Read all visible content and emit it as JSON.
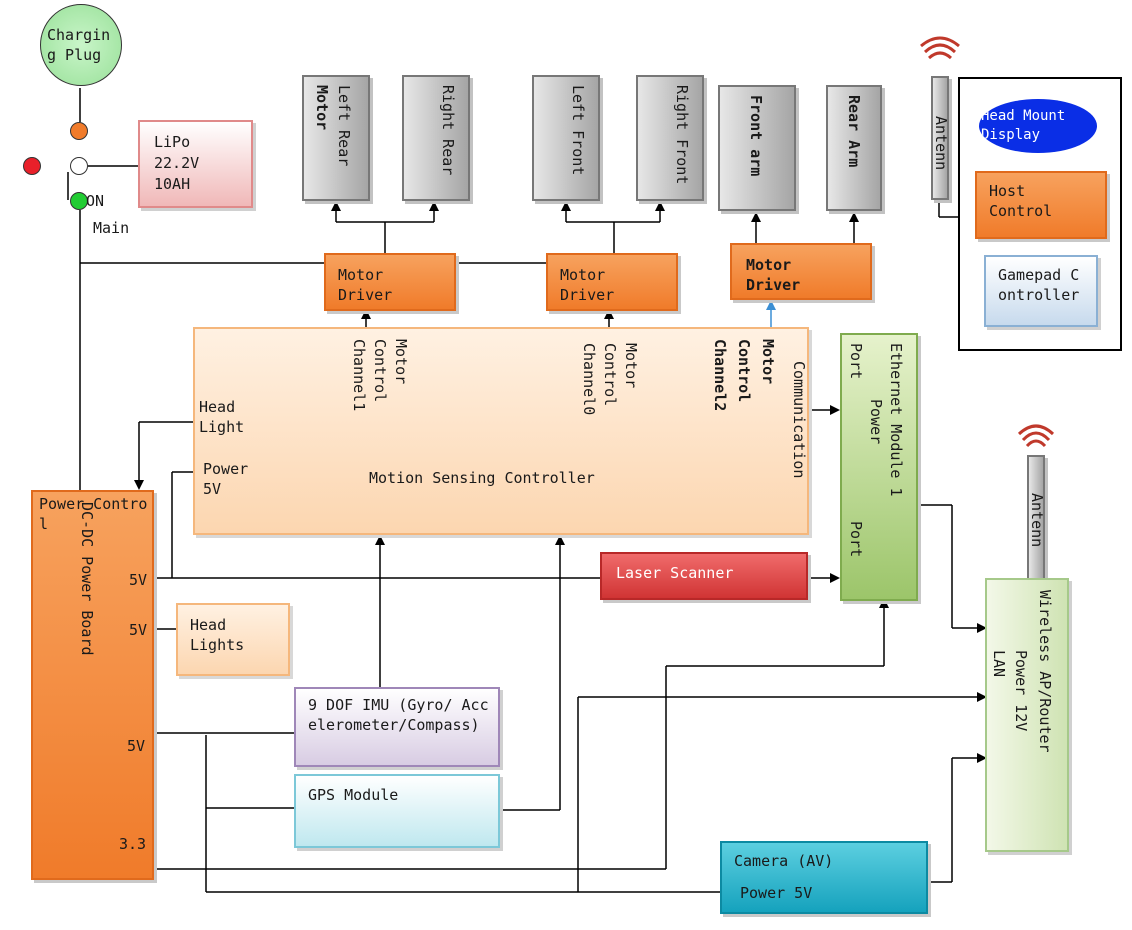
{
  "charging_plug": "Charging Plug",
  "switch": {
    "on": "ON",
    "main": "Main"
  },
  "lipo": {
    "line1": "LiPo",
    "line2": "22.2V",
    "line3": "10AH"
  },
  "motors": {
    "left_rear_line1": "Left Rear",
    "left_rear_line2": "Motor",
    "right_rear": "Right Rear",
    "left_front": "Left Front",
    "right_front": "Right Front",
    "front_arm": "Front arm",
    "rear_arm": "Rear Arm"
  },
  "antenna_label": "Antenn",
  "antenna2_label": "Antenn",
  "host_panel": {
    "hmd": "Head Mount Display",
    "host_control": "Host Control",
    "gamepad": "Gamepad Controller"
  },
  "drivers": {
    "d1": "Motor Driver",
    "d2": "Motor Driver",
    "d3": "Motor Driver"
  },
  "msc": {
    "title": "Motion Sensing Controller",
    "head_light": "Head Light",
    "power": "Power 5V",
    "ch11_a": "Motor",
    "ch11_b": "Control",
    "ch11_c": "Channel1",
    "ch10_a": "Motor",
    "ch10_b": "Control",
    "ch10_c": "Channel0",
    "ch12_a": "Motor",
    "ch12_b": "Control",
    "ch12_c": "Channel2",
    "comm": "Communication"
  },
  "ethernet": {
    "col1": "Ethernet Module 1",
    "col2": "Power",
    "col3a": "Port",
    "col3b": "Port"
  },
  "power_board": {
    "title": "DC-DC Power Board",
    "ctrl": "Power Control",
    "v1": "5V",
    "v2": "5V",
    "v3": "5V",
    "v4": "3.3"
  },
  "head_lights": "Head Lights",
  "laser": "Laser Scanner",
  "imu": "9 DOF IMU (Gyro/ Accelerometer/Compass)",
  "gps": "GPS Module",
  "camera": {
    "title": "Camera (AV)",
    "power": "Power 5V"
  },
  "wireless": {
    "col1": "Wireless AP/Router",
    "col2": "Power 12V",
    "col3": "LAN"
  },
  "colors": {
    "orange": "#f07b2a",
    "green": "#9cc56a",
    "red": "#d03434",
    "cyan": "#15a2bd",
    "antenna_arc": "#c0392b",
    "hmd_blue": "#0a2ee6"
  }
}
